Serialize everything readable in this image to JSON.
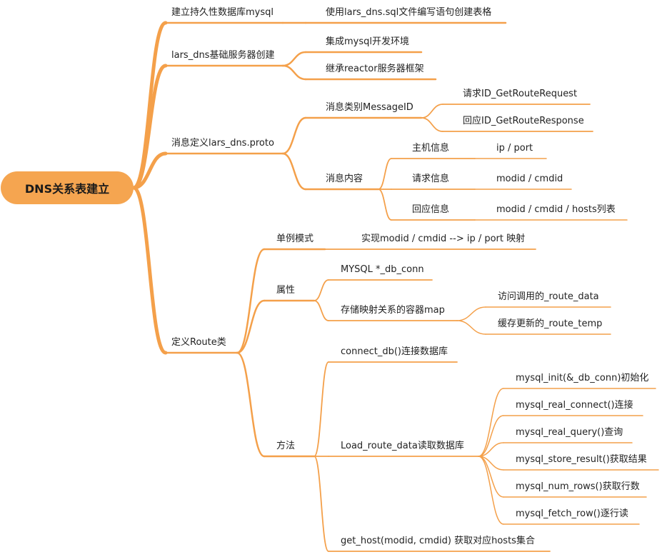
{
  "colors": {
    "branch": "#f4a04a",
    "root_fill": "#f5a550",
    "text": "#222222"
  },
  "mindmap": {
    "root": "DNS关系表建立",
    "n1": "建立持久性数据库mysql",
    "n1_1": "使用lars_dns.sql文件编写语句创建表格",
    "n2": "lars_dns基础服务器创建",
    "n2_1": "集成mysql开发环境",
    "n2_2": "继承reactor服务器框架",
    "n3": "消息定义lars_dns.proto",
    "n3_1": "消息类别MessageID",
    "n3_1_1": "请求ID_GetRouteRequest",
    "n3_1_2": "回应ID_GetRouteResponse",
    "n3_2": "消息内容",
    "n3_2_1": "主机信息",
    "n3_2_1_1": "ip / port",
    "n3_2_2": "请求信息",
    "n3_2_2_1": "modid / cmdid",
    "n3_2_3": "回应信息",
    "n3_2_3_1": "modid / cmdid / hosts列表",
    "n4": "定义Route类",
    "n4_1": "单例模式",
    "n4_1_1": "实现modid / cmdid --> ip / port 映射",
    "n4_2": "属性",
    "n4_2_1": "MYSQL *_db_conn",
    "n4_2_2": "存储映射关系的容器map",
    "n4_2_2_1": "访问调用的_route_data",
    "n4_2_2_2": "缓存更新的_route_temp",
    "n4_3": "方法",
    "n4_3_1": "connect_db()连接数据库",
    "n4_3_2": "Load_route_data读取数据库",
    "n4_3_2_1": "mysql_init(&_db_conn)初始化",
    "n4_3_2_2": "mysql_real_connect()连接",
    "n4_3_2_3": "mysql_real_query()查询",
    "n4_3_2_4": "mysql_store_result()获取结果",
    "n4_3_2_5": "mysql_num_rows()获取行数",
    "n4_3_2_6": "mysql_fetch_row()逐行读",
    "n4_3_3": "get_host(modid, cmdid) 获取对应hosts集合"
  }
}
